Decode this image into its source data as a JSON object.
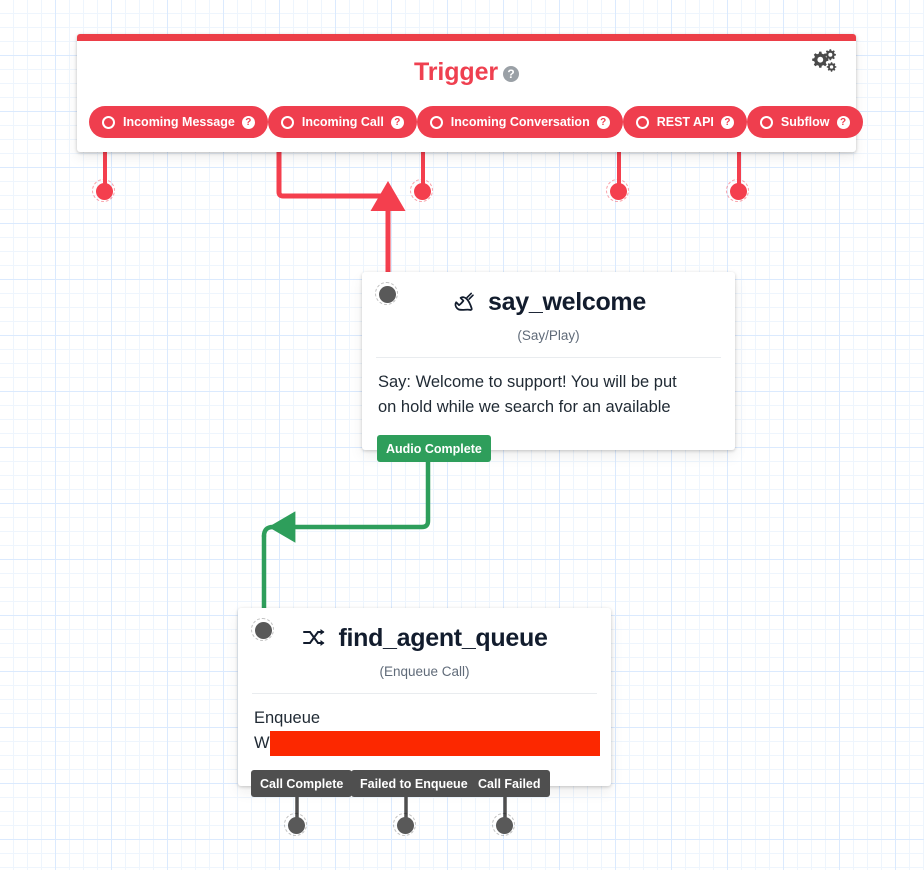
{
  "canvas": {
    "grid": true,
    "background_color": "#ffffff",
    "grid_color": "#dbeafe"
  },
  "trigger_panel": {
    "title": "Trigger",
    "help_glyph": "?",
    "accent_color": "#ef4050",
    "settings_icon": "gears-icon",
    "pills": [
      {
        "label": "Incoming Message",
        "help_glyph": "?"
      },
      {
        "label": "Incoming Call",
        "help_glyph": "?"
      },
      {
        "label": "Incoming Conversation",
        "help_glyph": "?"
      },
      {
        "label": "REST API",
        "help_glyph": "?"
      },
      {
        "label": "Subflow",
        "help_glyph": "?"
      }
    ]
  },
  "widgets": [
    {
      "name": "say_welcome",
      "type": "(Say/Play)",
      "icon": "phone-handset-icon",
      "body": "Say: Welcome to support! You will be put\non hold while we search for an available",
      "transitions": [
        {
          "label": "Audio Complete",
          "color": "#2e9e5b"
        }
      ]
    },
    {
      "name": "find_agent_queue",
      "type": "(Enqueue Call)",
      "icon": "shuffle-icon",
      "body": "Enqueue\nW",
      "transitions": [
        {
          "label": "Call Complete",
          "color": "#4f4f4f"
        },
        {
          "label": "Failed to Enqueue",
          "color": "#4f4f4f"
        },
        {
          "label": "Call Failed",
          "color": "#4f4f4f"
        }
      ]
    }
  ],
  "redaction": {
    "color": "#fc2800",
    "present": true
  },
  "colors": {
    "trigger_red": "#ef3e4e",
    "wire_red": "#f43f4e",
    "wire_green": "#2e9e5b",
    "node_gray": "#595959",
    "label_gray": "#4f4f4f"
  }
}
